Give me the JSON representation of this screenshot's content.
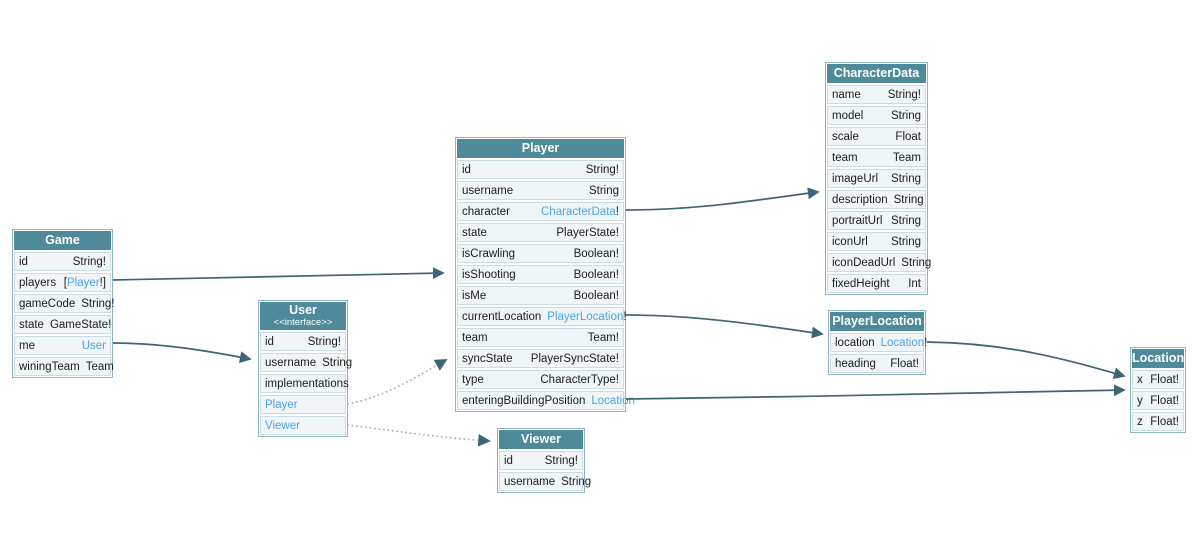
{
  "diagram": {
    "kind": "schema-entity-diagram",
    "background": "#ffffff"
  },
  "colors": {
    "header_bg": "#4e8a9a",
    "header_text": "#ffffff",
    "row_bg": "#f0f5f7",
    "row_border": "#cadde2",
    "table_border": "#8fb6c0",
    "type_link": "#4fa3e3",
    "text": "#1c1c1c",
    "edge_solid": "#3d6575",
    "edge_dotted": "#9bb3bb"
  },
  "entities": [
    {
      "name": "Game",
      "fields": [
        {
          "name": "id",
          "type": "String!"
        },
        {
          "name": "players",
          "type": "[Player!]",
          "link": "Player"
        },
        {
          "name": "gameCode",
          "type": "String!"
        },
        {
          "name": "state",
          "type": "GameState!"
        },
        {
          "name": "me",
          "type": "User",
          "link": "User"
        },
        {
          "name": "winingTeam",
          "type": "Team"
        }
      ]
    },
    {
      "name": "User",
      "stereotype": "<<interface>>",
      "fields": [
        {
          "name": "id",
          "type": "String!"
        },
        {
          "name": "username",
          "type": "String"
        },
        {
          "name": "implementations",
          "kind": "section"
        },
        {
          "name": "Player",
          "kind": "implink"
        },
        {
          "name": "Viewer",
          "kind": "implink"
        }
      ]
    },
    {
      "name": "Player",
      "fields": [
        {
          "name": "id",
          "type": "String!"
        },
        {
          "name": "username",
          "type": "String"
        },
        {
          "name": "character",
          "type": "CharacterData!",
          "link": "CharacterData"
        },
        {
          "name": "state",
          "type": "PlayerState!"
        },
        {
          "name": "isCrawling",
          "type": "Boolean!"
        },
        {
          "name": "isShooting",
          "type": "Boolean!"
        },
        {
          "name": "isMe",
          "type": "Boolean!"
        },
        {
          "name": "currentLocation",
          "type": "PlayerLocation!",
          "link": "PlayerLocation"
        },
        {
          "name": "team",
          "type": "Team!"
        },
        {
          "name": "syncState",
          "type": "PlayerSyncState!"
        },
        {
          "name": "type",
          "type": "CharacterType!"
        },
        {
          "name": "enteringBuildingPosition",
          "type": "Location",
          "link": "Location"
        }
      ]
    },
    {
      "name": "Viewer",
      "fields": [
        {
          "name": "id",
          "type": "String!"
        },
        {
          "name": "username",
          "type": "String"
        }
      ]
    },
    {
      "name": "CharacterData",
      "fields": [
        {
          "name": "name",
          "type": "String!"
        },
        {
          "name": "model",
          "type": "String"
        },
        {
          "name": "scale",
          "type": "Float"
        },
        {
          "name": "team",
          "type": "Team"
        },
        {
          "name": "imageUrl",
          "type": "String"
        },
        {
          "name": "description",
          "type": "String"
        },
        {
          "name": "portraitUrl",
          "type": "String"
        },
        {
          "name": "iconUrl",
          "type": "String"
        },
        {
          "name": "iconDeadUrl",
          "type": "String"
        },
        {
          "name": "fixedHeight",
          "type": "Int"
        }
      ]
    },
    {
      "name": "PlayerLocation",
      "fields": [
        {
          "name": "location",
          "type": "Location!",
          "link": "Location"
        },
        {
          "name": "heading",
          "type": "Float!"
        }
      ]
    },
    {
      "name": "Location",
      "fields": [
        {
          "name": "x",
          "type": "Float!"
        },
        {
          "name": "y",
          "type": "Float!"
        },
        {
          "name": "z",
          "type": "Float!"
        }
      ]
    }
  ],
  "edges": [
    {
      "from": "Game.players",
      "to": "Player",
      "style": "solid"
    },
    {
      "from": "Game.me",
      "to": "User",
      "style": "solid"
    },
    {
      "from": "User.Player",
      "to": "Player",
      "style": "dotted"
    },
    {
      "from": "User.Viewer",
      "to": "Viewer",
      "style": "dotted"
    },
    {
      "from": "Player.character",
      "to": "CharacterData",
      "style": "solid"
    },
    {
      "from": "Player.currentLocation",
      "to": "PlayerLocation",
      "style": "solid"
    },
    {
      "from": "PlayerLocation.location",
      "to": "Location",
      "style": "solid"
    },
    {
      "from": "Player.enteringBuildingPosition",
      "to": "Location",
      "style": "solid"
    }
  ]
}
